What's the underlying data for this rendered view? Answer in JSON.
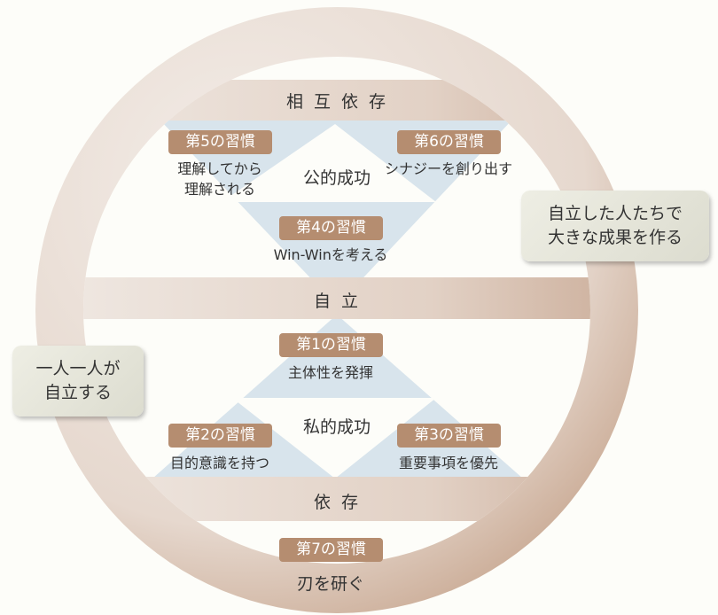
{
  "bands": {
    "top": "相互依存",
    "middle": "自立",
    "bottom": "依存"
  },
  "public_victory": "公的成功",
  "private_victory": "私的成功",
  "habits": [
    {
      "badge": "第1の習慣",
      "desc": "主体性を発揮"
    },
    {
      "badge": "第2の習慣",
      "desc": "目的意識を持つ"
    },
    {
      "badge": "第3の習慣",
      "desc": "重要事項を優先"
    },
    {
      "badge": "第4の習慣",
      "desc": "Win-Winを考える"
    },
    {
      "badge": "第5の習慣",
      "desc_line1": "理解してから",
      "desc_line2": "理解される"
    },
    {
      "badge": "第6の習慣",
      "desc": "シナジーを創り出す"
    },
    {
      "badge": "第7の習慣",
      "desc": "刃を研ぐ"
    }
  ],
  "callouts": {
    "right": {
      "line1": "自立した人たちで",
      "line2": "大きな成果を作る"
    },
    "left": {
      "line1": "一人一人が",
      "line2": "自立する"
    }
  },
  "colors": {
    "badge": "#b58d70",
    "ring": "#d9c4b6",
    "triangle": "#d8e4ec"
  }
}
